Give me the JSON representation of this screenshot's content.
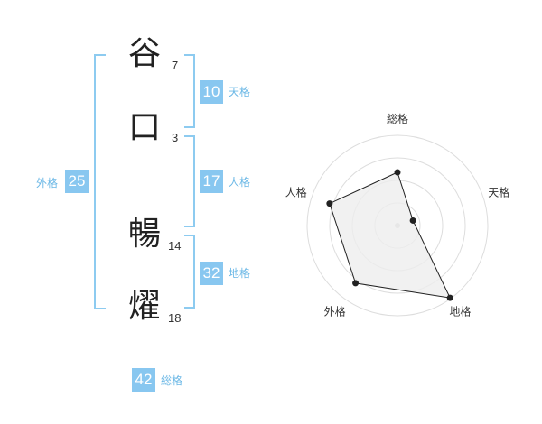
{
  "colors": {
    "accent": "#88c7f0",
    "bracket": "#8dcbf0",
    "label_text": "#6cb8e6",
    "name_text": "#222222",
    "radar_line": "#222222",
    "radar_fill": "#eeeeee",
    "radar_ring": "#dddddd"
  },
  "name": {
    "characters": [
      {
        "char": "谷",
        "strokes": "7"
      },
      {
        "char": "口",
        "strokes": "3"
      },
      {
        "char": "暢",
        "strokes": "14"
      },
      {
        "char": "燿",
        "strokes": "18"
      }
    ]
  },
  "kakusu": {
    "tenkaku": {
      "value": "10",
      "label": "天格"
    },
    "jinkaku": {
      "value": "17",
      "label": "人格"
    },
    "chikaku": {
      "value": "32",
      "label": "地格"
    },
    "gaikaku": {
      "value": "25",
      "label": "外格"
    },
    "soukaku": {
      "value": "42",
      "label": "総格"
    }
  },
  "chart_data": {
    "type": "radar",
    "axes": [
      "総格",
      "天格",
      "地格",
      "外格",
      "人格"
    ],
    "values": [
      0.59,
      0.18,
      0.99,
      0.79,
      0.79
    ],
    "range": [
      0,
      1
    ],
    "rings": 4
  }
}
